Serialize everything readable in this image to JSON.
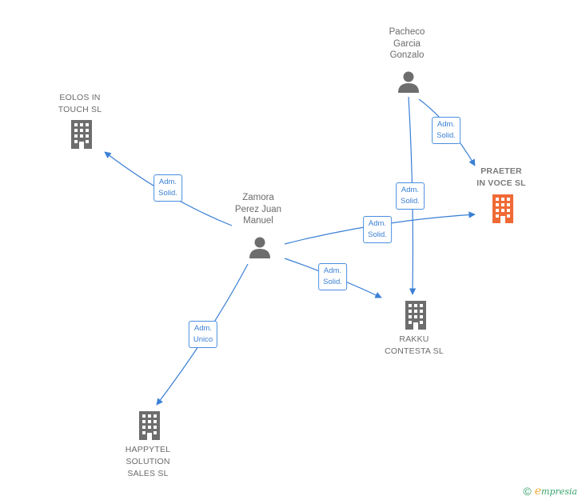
{
  "colors": {
    "edge": "#3a7fd5",
    "person_icon": "#6d6d6d",
    "company_icon": "#6d6d6d",
    "focus_company_icon": "#f06a35",
    "brand": "#3aa36b"
  },
  "people": {
    "pacheco": {
      "lines": [
        "Pacheco",
        "Garcia",
        "Gonzalo"
      ],
      "icon": "person-icon"
    },
    "zamora": {
      "lines": [
        "Zamora",
        "Perez Juan",
        "Manuel"
      ],
      "icon": "person-icon"
    }
  },
  "companies": {
    "eolos": {
      "lines": [
        "EOLOS IN",
        "TOUCH  SL"
      ],
      "icon": "building-icon"
    },
    "praeter": {
      "lines": [
        "PRAETER",
        "IN VOCE  SL"
      ],
      "icon": "building-icon",
      "focus": true
    },
    "rakku": {
      "lines": [
        "RAKKU",
        "CONTESTA  SL"
      ],
      "icon": "building-icon"
    },
    "happytel": {
      "lines": [
        "HAPPYTEL",
        "SOLUTION",
        "SALES  SL"
      ],
      "icon": "building-icon"
    }
  },
  "edges": {
    "pacheco_praeter": {
      "lines": [
        "Adm.",
        "Solid."
      ]
    },
    "pacheco_rakku": {
      "lines": [
        "Adm.",
        "Solid."
      ]
    },
    "zamora_eolos": {
      "lines": [
        "Adm.",
        "Solid."
      ]
    },
    "zamora_praeter": {
      "lines": [
        "Adm.",
        "Solid."
      ]
    },
    "zamora_rakku": {
      "lines": [
        "Adm.",
        "Solid."
      ]
    },
    "zamora_happytel": {
      "lines": [
        "Adm.",
        "Unico"
      ]
    }
  },
  "footer": {
    "copyright_symbol": "©",
    "brand_initial": "e",
    "brand_rest": "mpresia"
  }
}
